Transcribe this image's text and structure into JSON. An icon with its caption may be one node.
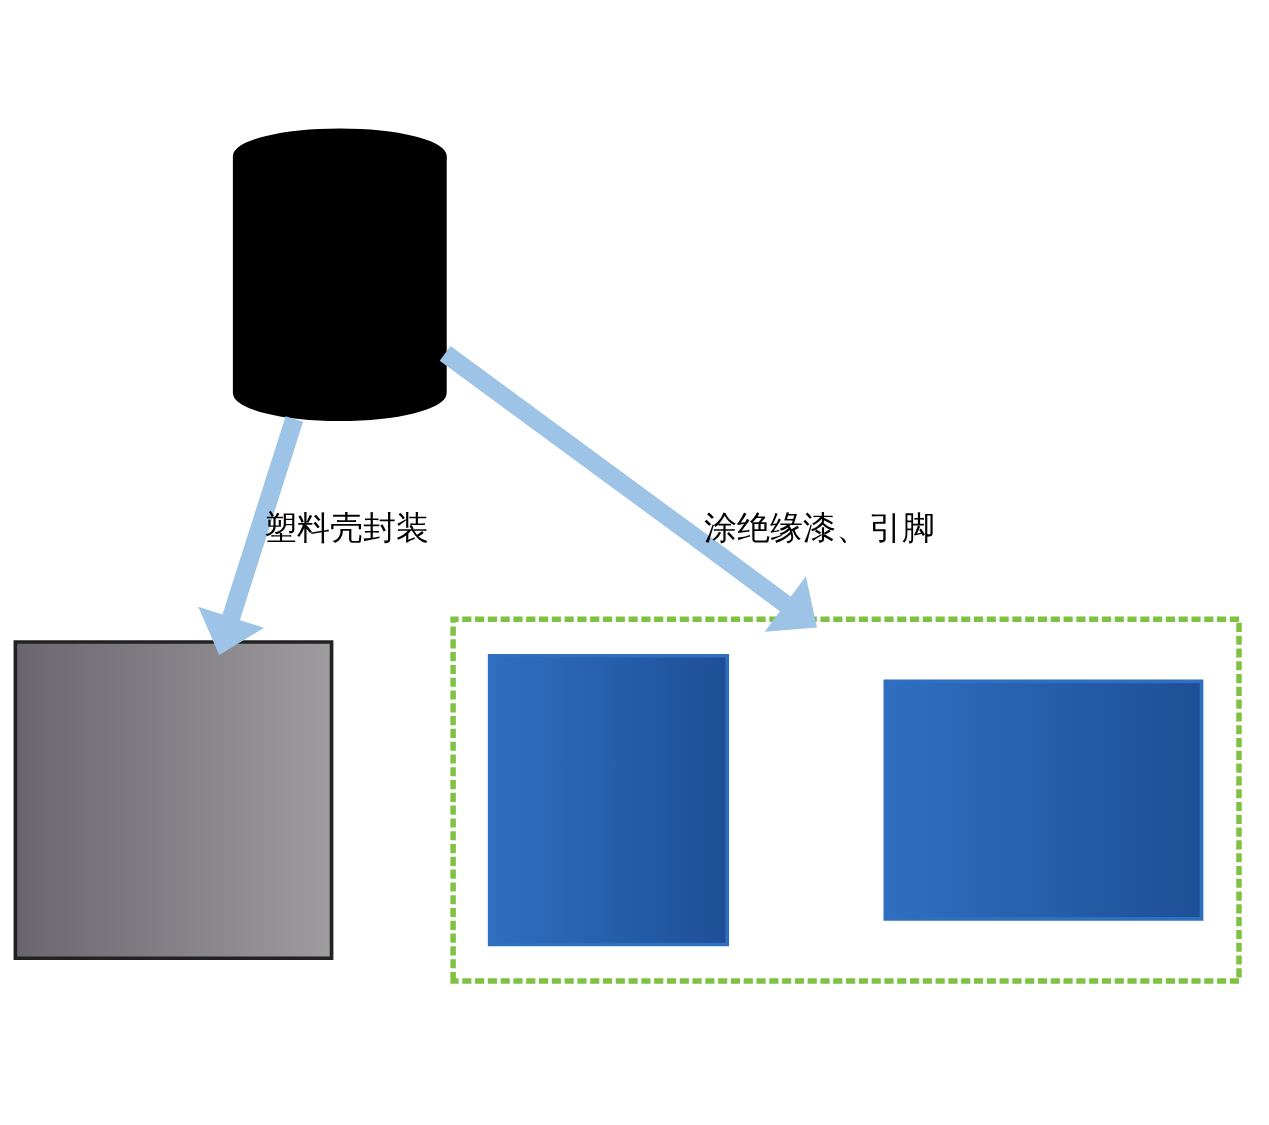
{
  "diagram": {
    "nodes": [
      {
        "text": [],
        "shape": "cylinder"
      },
      {
        "text": [],
        "shape": "picture"
      },
      {
        "text": [],
        "shape": "box"
      },
      {
        "text": [],
        "shape": "picture",
        "in": 2
      },
      {
        "text": [],
        "shape": "picture",
        "in": 2
      }
    ],
    "edges": [
      {
        "from": 0,
        "to": 1,
        "arrow": "to",
        "label": "塑料壳封装"
      },
      {
        "from": 0,
        "to": 2,
        "arrow": "to",
        "label": "涂绝缘漆、引脚"
      }
    ]
  }
}
